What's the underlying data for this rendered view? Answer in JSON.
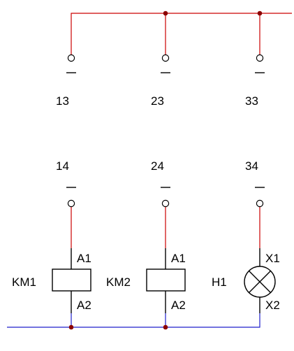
{
  "colors": {
    "supply_wire": "#cc0000",
    "return_wire": "#1f1fcc",
    "junction": "#8b0000",
    "symbol": "#000000"
  },
  "terminals": {
    "top": [
      "13",
      "23",
      "33"
    ],
    "bottom": [
      "14",
      "24",
      "34"
    ]
  },
  "devices": [
    {
      "tag": "KM1",
      "type": "coil",
      "pin_top": "A1",
      "pin_bottom": "A2"
    },
    {
      "tag": "KM2",
      "type": "coil",
      "pin_top": "A1",
      "pin_bottom": "A2"
    },
    {
      "tag": "H1",
      "type": "lamp",
      "pin_top": "X1",
      "pin_bottom": "X2"
    }
  ]
}
